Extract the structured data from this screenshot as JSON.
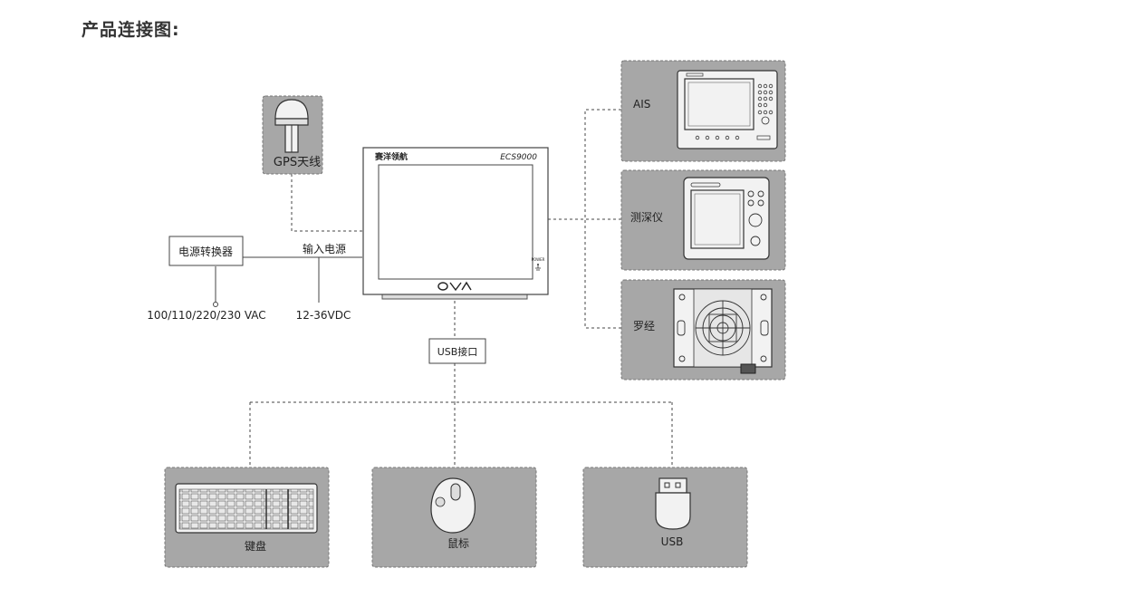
{
  "page": {
    "title": "产品连接图:"
  },
  "monitor": {
    "brand": "赛洋领航",
    "model": "ECS9000",
    "power_label": "POWER",
    "logo": "OVA"
  },
  "gps": {
    "label": "GPS天线"
  },
  "power": {
    "converter_label": "电源转换器",
    "input_label": "输入电源",
    "ac_voltage": "100/110/220/230 VAC",
    "dc_voltage": "12-36VDC"
  },
  "sensors": [
    {
      "label": "AIS"
    },
    {
      "label": "测深仪"
    },
    {
      "label": "罗经"
    }
  ],
  "usb_port": {
    "label": "USB接口"
  },
  "peripherals": [
    {
      "label": "键盘"
    },
    {
      "label": "鼠标"
    },
    {
      "label": "USB"
    }
  ],
  "colors": {
    "panel_fill": "#a7a7a7",
    "line": "#444444",
    "device_fill": "#f2f2f2"
  }
}
